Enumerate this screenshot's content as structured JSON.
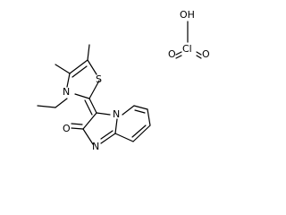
{
  "molecule": {
    "atoms": {
      "S": "S",
      "N_thiazole": "N",
      "O_carbonyl": "O",
      "N_imine": "N",
      "N_bridge": "N"
    }
  },
  "perchloric_acid": {
    "OH": "OH",
    "Cl": "Cl",
    "O_left": "O",
    "O_right": "O"
  }
}
